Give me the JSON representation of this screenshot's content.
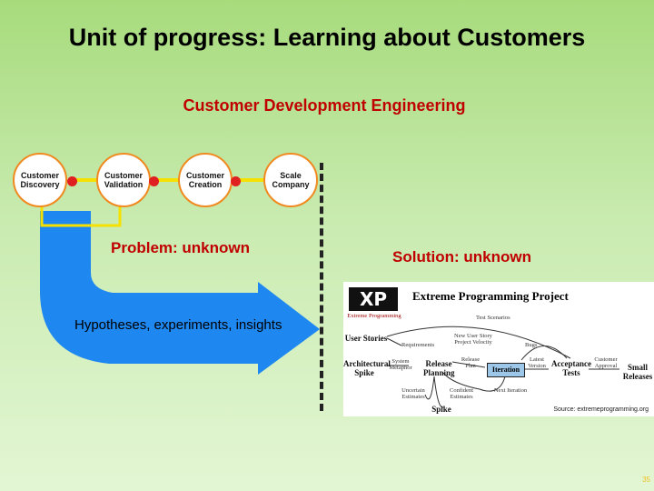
{
  "slide": {
    "title": "Unit of progress: Learning about Customers",
    "subtitle": "Customer Development Engineering",
    "problem": "Problem: unknown",
    "solution": "Solution: unknown",
    "hypotheses": "Hypotheses, experiments, insights",
    "page_number": "35"
  },
  "cycle": {
    "steps": [
      "Customer Discovery",
      "Customer Validation",
      "Customer Creation",
      "Scale Company"
    ]
  },
  "xp": {
    "logo": "XP",
    "logo_caption": "Extreme Programming",
    "title": "Extreme Programming Project",
    "nodes": {
      "user_stories": "User Stories",
      "architectural_spike": "Architectural Spike",
      "release_planning": "Release Planning",
      "iteration": "Iteration",
      "acceptance_tests": "Acceptance Tests",
      "small_releases": "Small Releases",
      "spike": "Spike"
    },
    "labels": {
      "test_scenarios": "Test Scenarios",
      "requirements": "Requirements",
      "new_user_story": "New User Story Project Velocity",
      "bugs": "Bugs",
      "system_metaphor": "System Metaphor",
      "release_plan": "Release Plan",
      "latest_version": "Latest Version",
      "customer_approval": "Customer Approval",
      "uncertain_estimates": "Uncertain Estimates",
      "confident_estimates": "Confident Estimates",
      "next_iteration": "Next Iteration"
    },
    "source": "Source: extremeprogramming.org"
  },
  "colors": {
    "title_red": "#c00000",
    "arrow_blue": "#1e88f0",
    "step_border": "#f08a20",
    "connector_yellow": "#f6e000",
    "stop_red": "#e02020"
  }
}
